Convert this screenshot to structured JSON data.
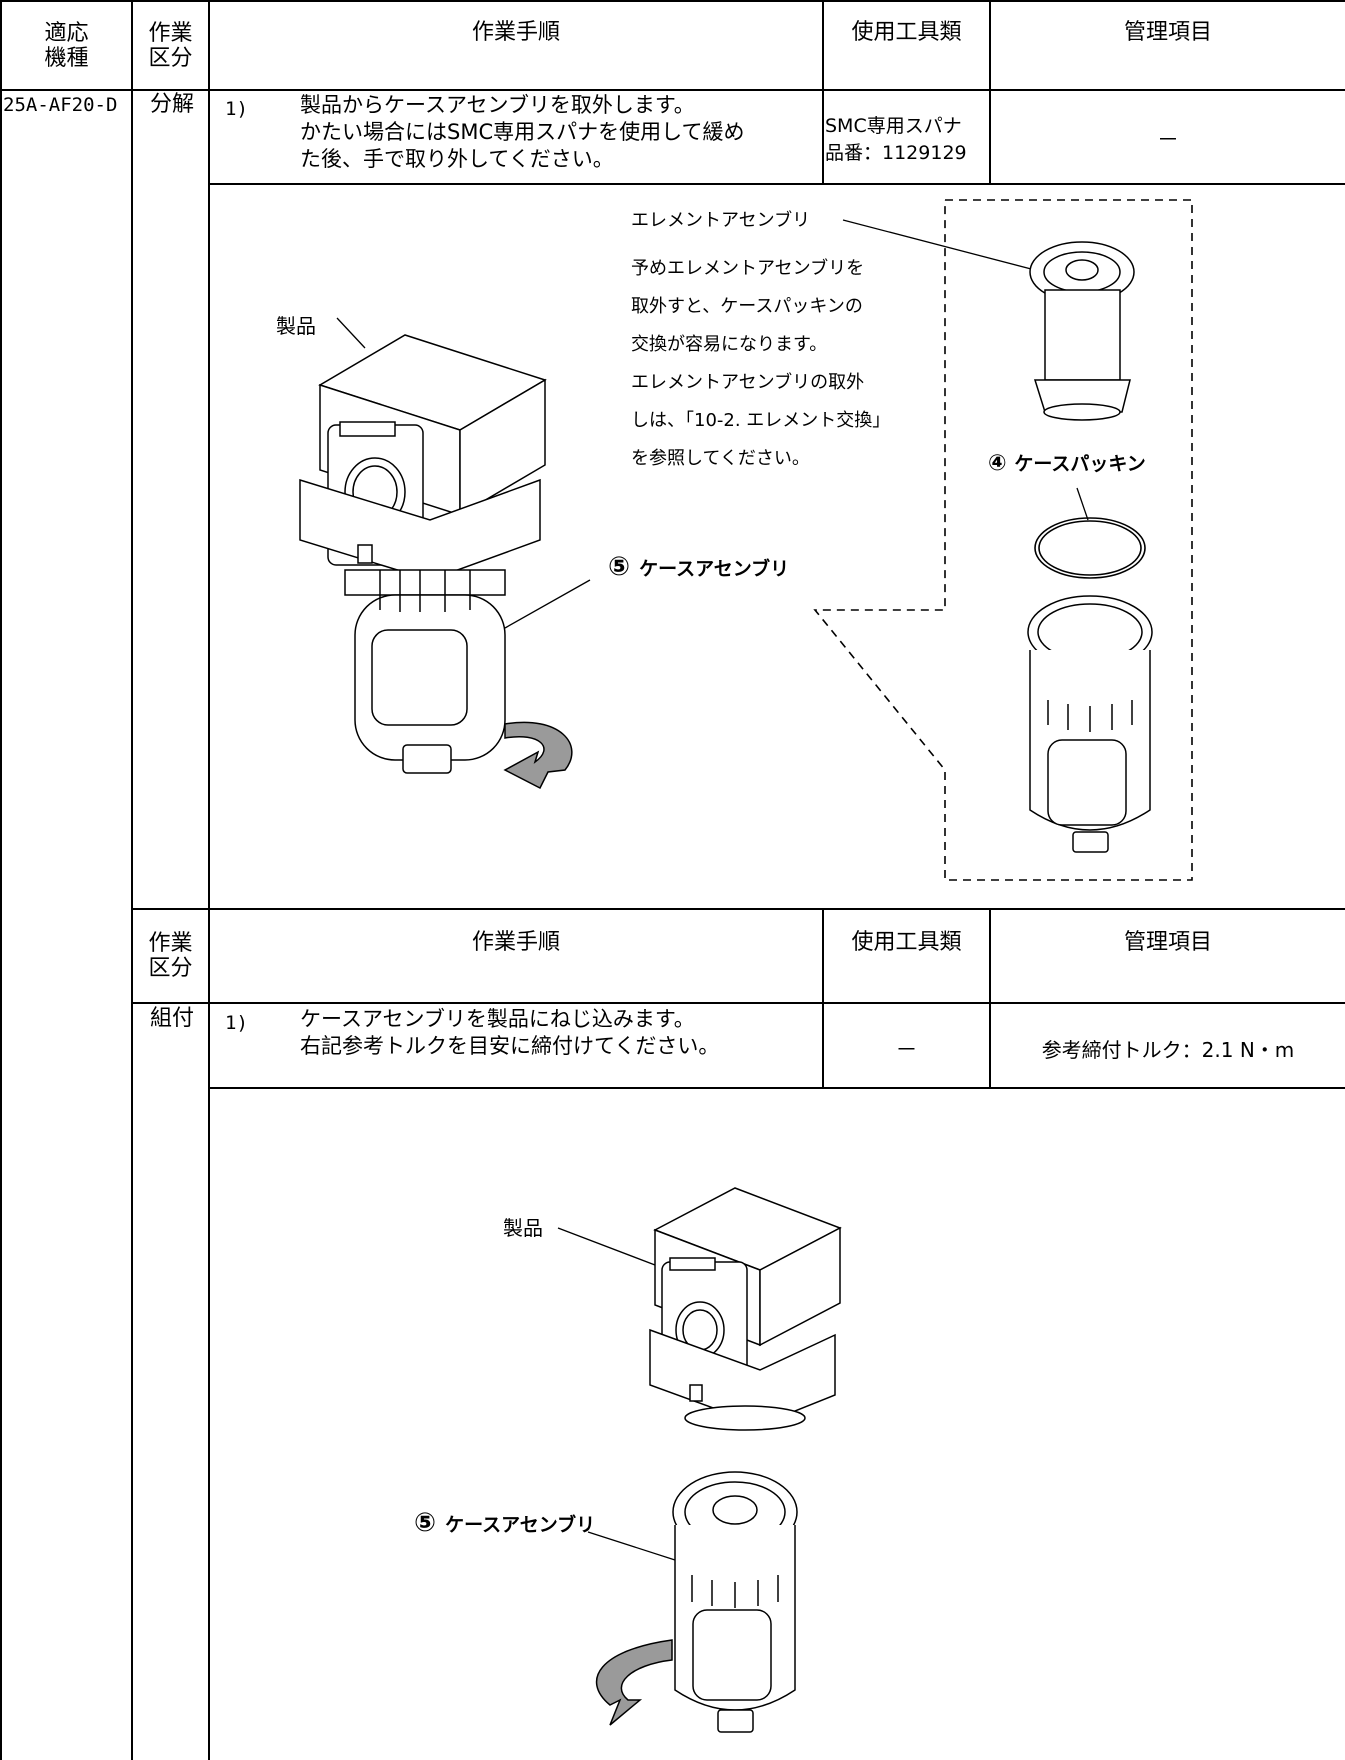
{
  "header": {
    "model": [
      "適応",
      "機種"
    ],
    "category": [
      "作業",
      "区分"
    ],
    "procedure": "作業手順",
    "tools": "使用工具類",
    "control": "管理項目"
  },
  "disassembly": {
    "model_value": "25A-AF20-D",
    "category": "分解",
    "step_no": "1)",
    "step_lines": [
      "製品からケースアセンブリを取外します。",
      "かたい場合にはSMC専用スパナを使用して緩め",
      "た後、手で取り外してください。"
    ],
    "tool_lines": [
      "SMC専用スパナ",
      "品番：1129129"
    ],
    "control": "－"
  },
  "figure1": {
    "product_label": "製品",
    "element_label": "エレメントアセンブリ",
    "note_lines": [
      "予めエレメントアセンブリを",
      "取外すと、ケースパッキンの",
      "交換が容易になります。",
      "エレメントアセンブリの取外",
      "しは、「10-2. エレメント交換」",
      "を参照してください。"
    ],
    "packing_num": "④",
    "packing_label": "ケースパッキン",
    "case_num": "⑤",
    "case_label": "ケースアセンブリ"
  },
  "assembly_header": {
    "category": [
      "作業",
      "区分"
    ],
    "procedure": "作業手順",
    "tools": "使用工具類",
    "control": "管理項目"
  },
  "assembly": {
    "category": "組付",
    "step_no": "1)",
    "step_lines": [
      "ケースアセンブリを製品にねじ込みます。",
      "右記参考トルクを目安に締付けてください。"
    ],
    "tool": "－",
    "control": "参考締付トルク：2.1 N・m"
  },
  "figure2": {
    "product_label": "製品",
    "case_num": "⑤",
    "case_label": "ケースアセンブリ"
  }
}
